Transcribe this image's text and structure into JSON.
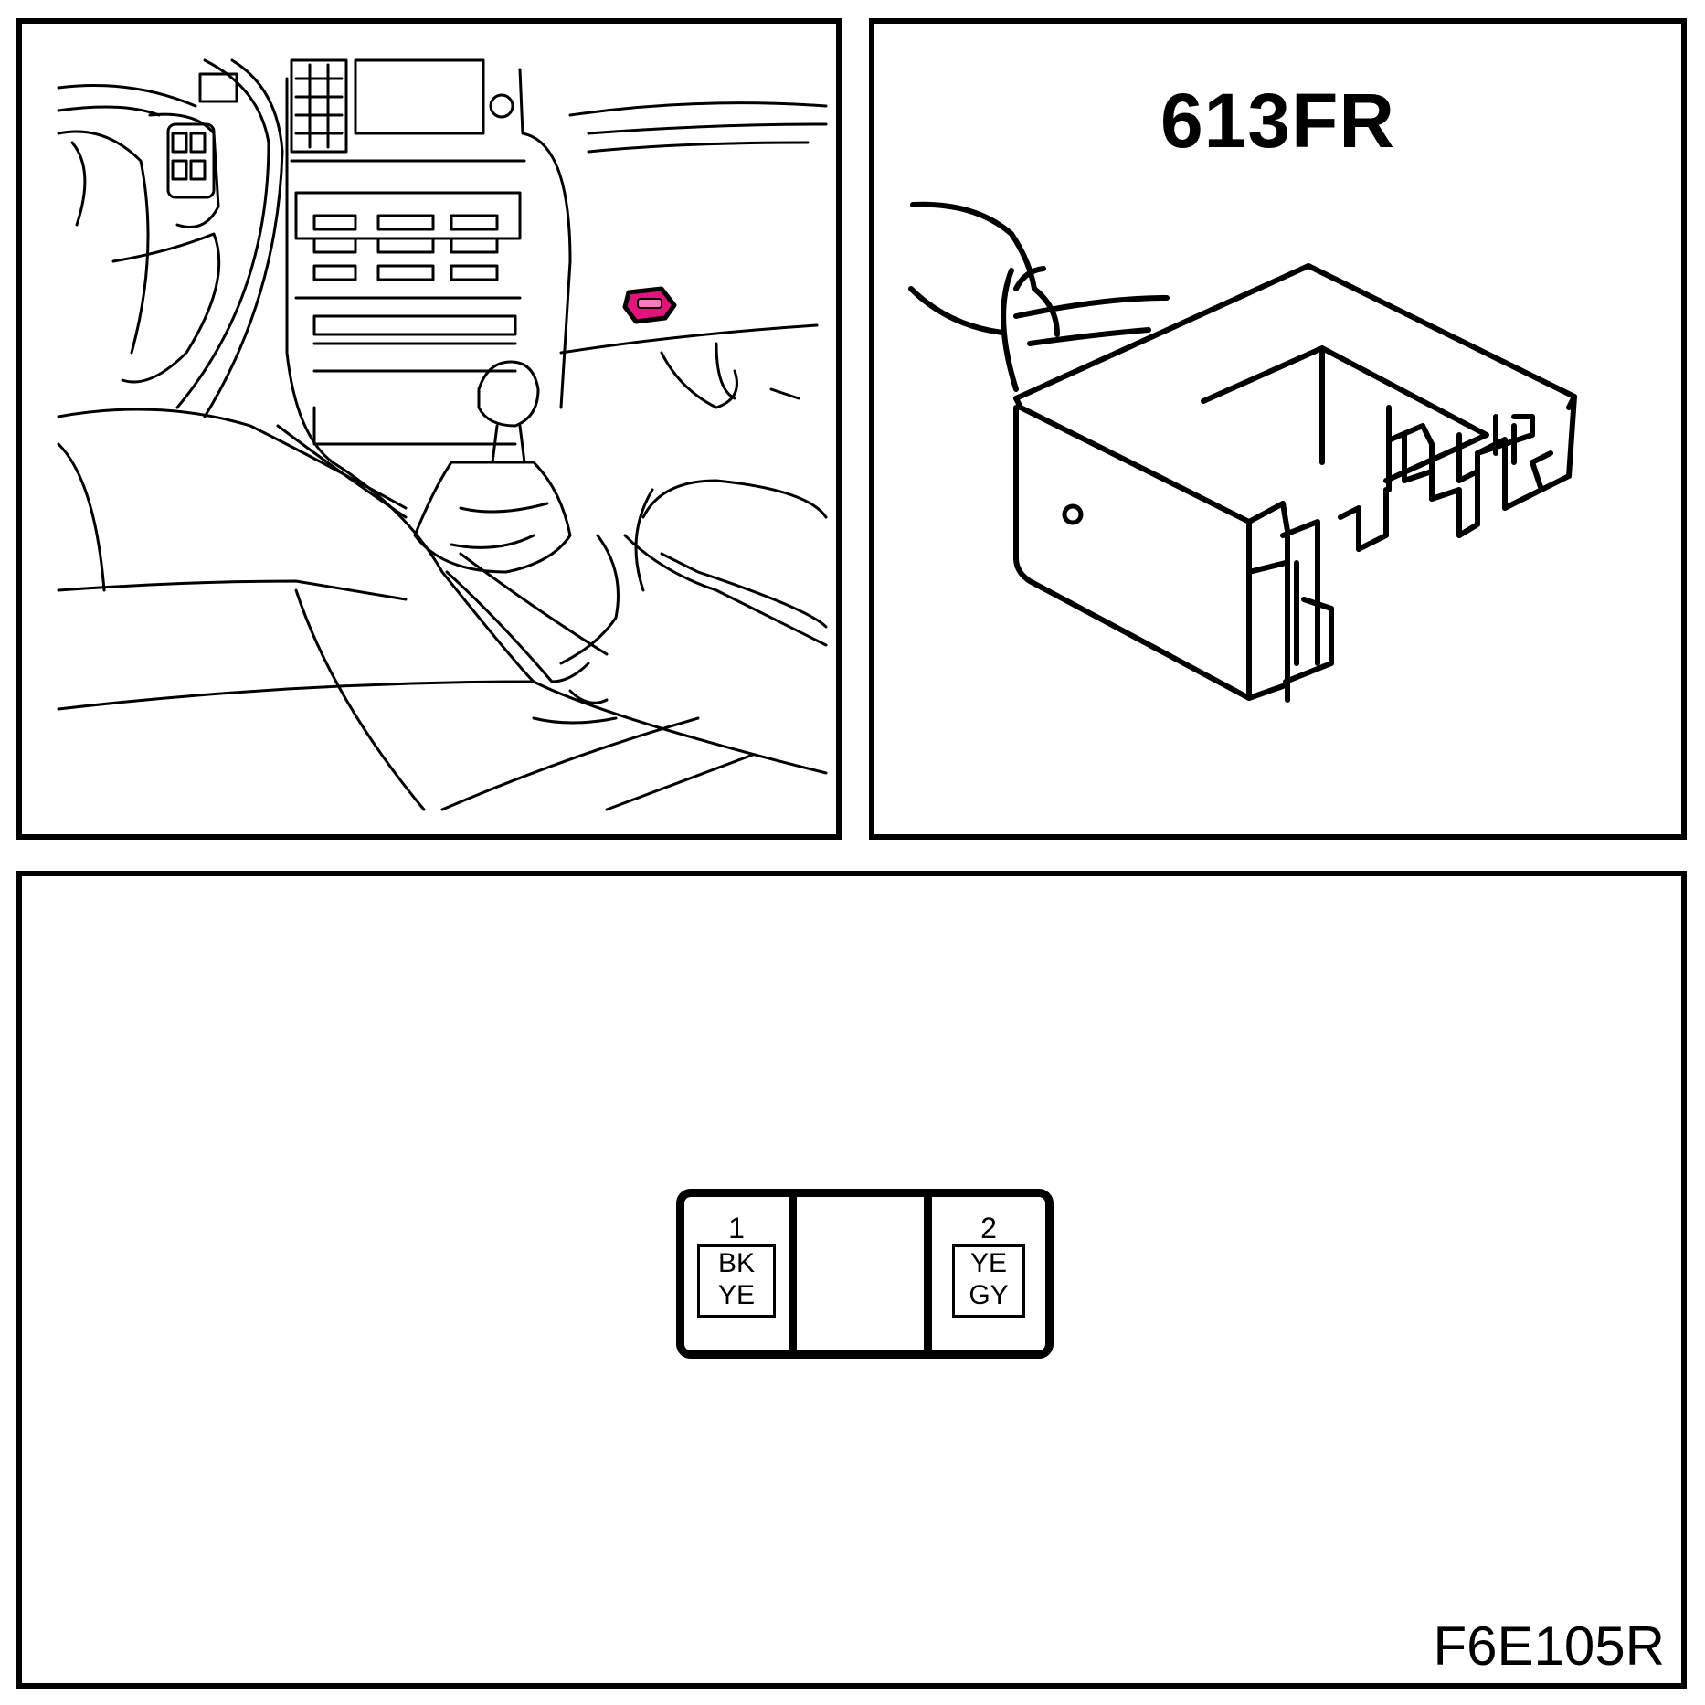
{
  "location_view": {
    "highlight_color": "#e0147a",
    "icon": "dashboard-location-icon"
  },
  "component_view": {
    "connector_id": "613FR",
    "icon": "connector-housing-icon"
  },
  "pinout": {
    "pins": [
      {
        "number": "1",
        "wire_color_1": "BK",
        "wire_color_2": "YE"
      },
      {
        "number": "",
        "wire_color_1": "",
        "wire_color_2": ""
      },
      {
        "number": "2",
        "wire_color_1": "YE",
        "wire_color_2": "GY"
      }
    ],
    "figure_code": "F6E105R"
  }
}
